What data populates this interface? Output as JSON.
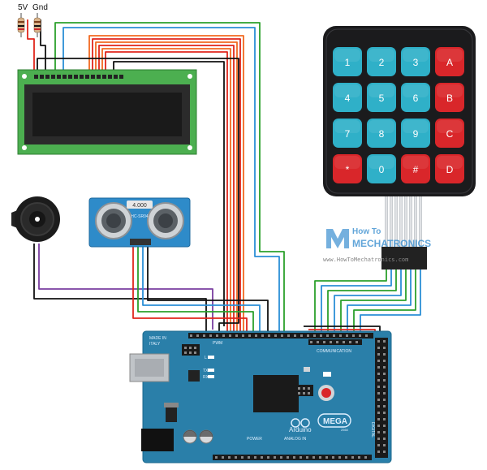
{
  "labels": {
    "vcc": "5V",
    "gnd": "Gnd",
    "sensor_reading": "4.000",
    "sensor_model": "HC-SR04",
    "brand_line1": "How To",
    "brand_line2": "MECHATRONICS",
    "brand_url": "www.HowToMechatronics.com",
    "made_in": "MADE IN",
    "italy": "ITALY",
    "pwm": "PWM",
    "communication": "COMMUNICATION",
    "tx": "TX",
    "rx": "RX",
    "l": "L",
    "power": "POWER",
    "analog_in": "ANALOG IN",
    "arduino": "Arduino",
    "mega": "MEGA",
    "mega_suffix": "2560",
    "digital": "DIGITAL"
  },
  "keypad": {
    "keys": [
      [
        "1",
        "2",
        "3",
        "A"
      ],
      [
        "4",
        "5",
        "6",
        "B"
      ],
      [
        "7",
        "8",
        "9",
        "C"
      ],
      [
        "*",
        "0",
        "#",
        "D"
      ]
    ],
    "colors": {
      "num": "#2fb0c8",
      "letter": "#d9262a",
      "body": "#1b1b1d"
    }
  },
  "wire_colors": {
    "red": "#e0261c",
    "orange": "#f26a21",
    "black": "#111111",
    "green": "#2ca02c",
    "blue": "#2b8fd6",
    "purple": "#7a3ea0",
    "gray": "#aaaaaa"
  },
  "brand_colors": {
    "board": "#2a7fa9",
    "lcd_green": "#4caf50",
    "sensor": "#2e8bc9"
  }
}
